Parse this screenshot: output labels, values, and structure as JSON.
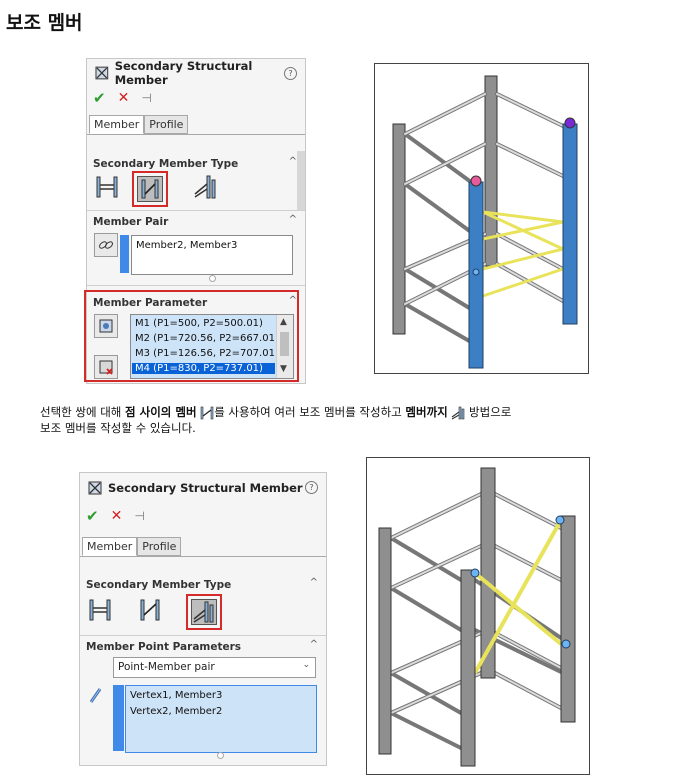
{
  "page": {
    "title": "보조 멤버"
  },
  "colors": {
    "accent_red": "#d42a2a",
    "selection_blue": "#0a63d6",
    "list_blue": "#cde3f8",
    "member_blue": "#3d7fc4",
    "highlight_yellow": "#f4f18a"
  },
  "panel1": {
    "title": "Secondary Structural Member",
    "help": "?",
    "ok_icon": "check-icon",
    "cancel_icon": "close-icon",
    "tabs": [
      "Member",
      "Profile"
    ],
    "secondary_type_label": "Secondary Member Type",
    "member_pair_label": "Member Pair",
    "member_pair_value": "Member2, Member3",
    "member_parameter_label": "Member Parameter",
    "parameters": [
      "M1 (P1=500, P2=500.01)",
      "M2 (P1=720.56, P2=667.01)",
      "M3 (P1=126.56, P2=707.01)",
      "M4 (P1=830, P2=737.01)"
    ]
  },
  "paragraph": {
    "part1": "선택한 쌍에 대해 ",
    "bold1": "점 사이의 멤버",
    "part2": "를 사용하여 여러 보조 멤버를 작성하고 ",
    "bold2": "멤버까지",
    "part3": " 방법으로",
    "line2": "보조 멤버를 작성할 수 있습니다."
  },
  "panel2": {
    "title": "Secondary Structural Member",
    "help": "?",
    "tabs": [
      "Member",
      "Profile"
    ],
    "secondary_type_label": "Secondary Member Type",
    "point_params_label": "Member Point Parameters",
    "dropdown_value": "Point-Member pair",
    "selections": [
      "Vertex1, Member3",
      "Vertex2, Member2"
    ]
  }
}
